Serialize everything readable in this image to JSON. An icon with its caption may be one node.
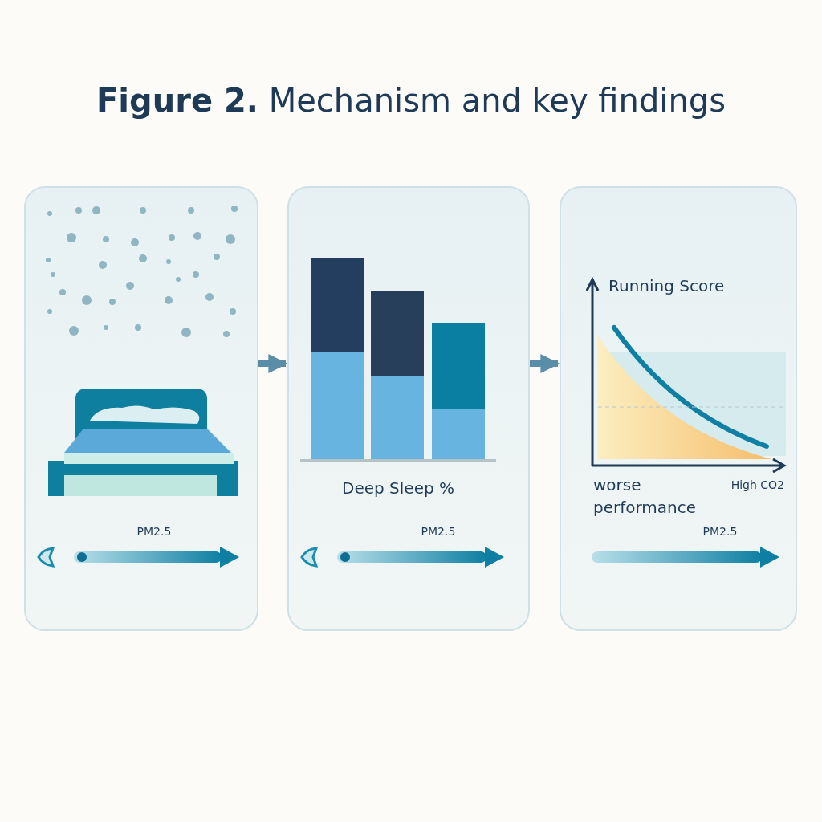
{
  "diagram": {
    "title": "**Figure 2.** Mechanism and key findings",
    "nodes": [
      {
        "text": [
          "PM2.5"
        ]
      },
      {
        "text": [
          "Deep Sleep %",
          "PM2.5"
        ]
      },
      {
        "text": [
          "Running Score",
          "worse performance",
          "High CO2",
          "PM2.5"
        ]
      }
    ],
    "edges": [
      {
        "from": 0,
        "to": 1,
        "arrow": "to"
      },
      {
        "from": 1,
        "to": 2,
        "arrow": "to"
      }
    ]
  }
}
